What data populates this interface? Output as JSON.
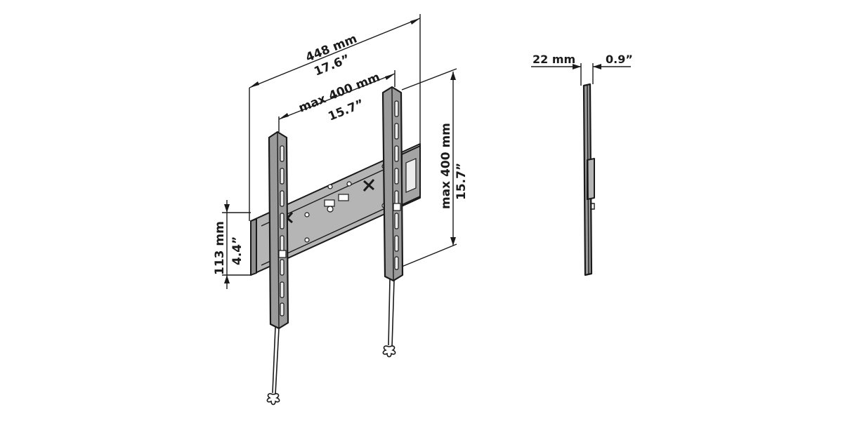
{
  "dimensions": {
    "total_width_mm": "448 mm",
    "total_width_in": "17.6”",
    "hole_spacing_h_mm": "max 400 mm",
    "hole_spacing_h_in": "15.7”",
    "hole_spacing_v_mm": "max 400 mm",
    "hole_spacing_v_in": "15.7”",
    "plate_height_mm": "113 mm",
    "plate_height_in": "4.4”",
    "depth_mm": "22 mm",
    "depth_in": "0.9”"
  },
  "colors": {
    "steel": "#9a9a9a",
    "outline": "#1a1a1a",
    "background": "#ffffff"
  }
}
